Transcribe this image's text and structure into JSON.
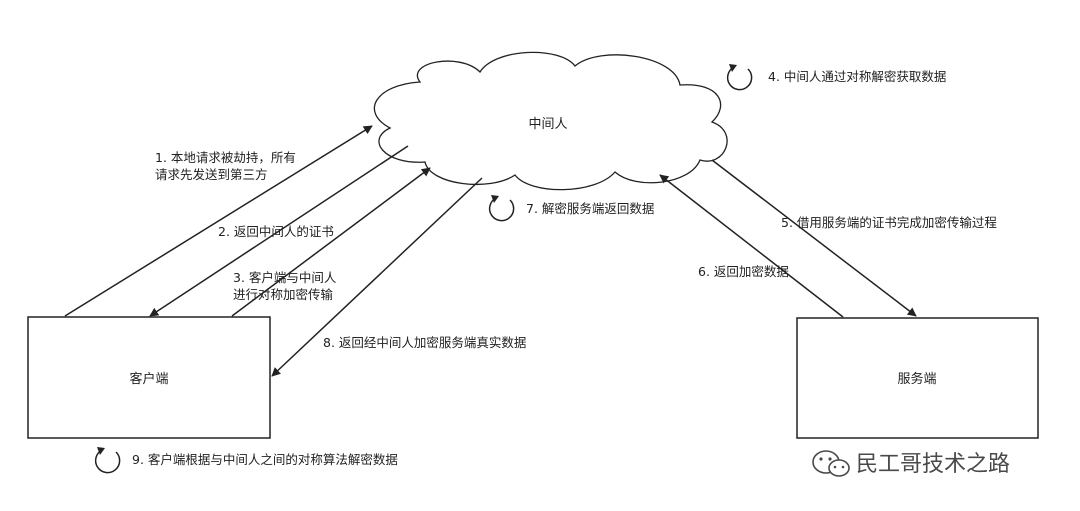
{
  "nodes": {
    "cloud": "中间人",
    "client": "客户端",
    "server": "服务端"
  },
  "steps": {
    "s1_line1": "1. 本地请求被劫持，所有",
    "s1_line2": "请求先发送到第三方",
    "s2": "2. 返回中间人的证书",
    "s3_line1": "3. 客户端与中间人",
    "s3_line2": "进行对称加密传输",
    "s4": "4. 中间人通过对称解密获取数据",
    "s5": "5. 借用服务端的证书完成加密传输过程",
    "s6": "6. 返回加密数据",
    "s7": "7. 解密服务端返回数据",
    "s8": "8. 返回经中间人加密服务端真实数据",
    "s9": "9. 客户端根据与中间人之间的对称算法解密数据"
  },
  "watermark": "民工哥技术之路",
  "icons": {
    "self_loop": "self-loop-icon",
    "wechat": "wechat-icon"
  }
}
